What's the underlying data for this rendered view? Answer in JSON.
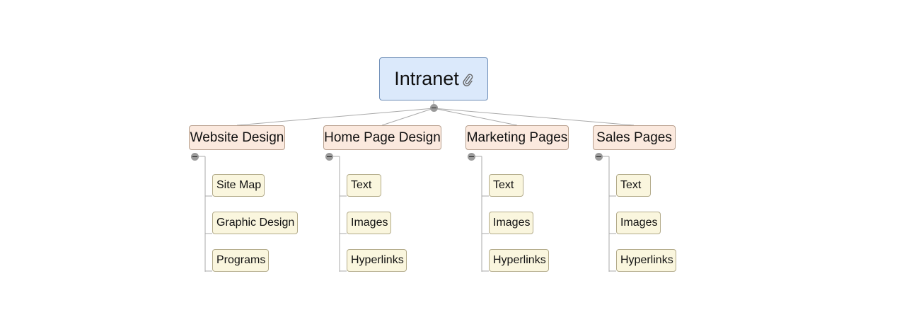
{
  "root": {
    "label": "Intranet",
    "icon": "paperclip-icon"
  },
  "branches": [
    {
      "label": "Website Design",
      "children": [
        "Site Map",
        "Graphic Design",
        "Programs"
      ]
    },
    {
      "label": "Home Page Design",
      "children": [
        "Text",
        "Images",
        "Hyperlinks"
      ]
    },
    {
      "label": "Marketing Pages",
      "children": [
        "Text",
        "Images",
        "Hyperlinks"
      ]
    },
    {
      "label": "Sales Pages",
      "children": [
        "Text",
        "Images",
        "Hyperlinks"
      ]
    }
  ],
  "colors": {
    "root_fill": "#dbe9fb",
    "topic_fill": "#fbe9de",
    "leaf_fill": "#faf6de",
    "connector": "#aaaaaa"
  }
}
